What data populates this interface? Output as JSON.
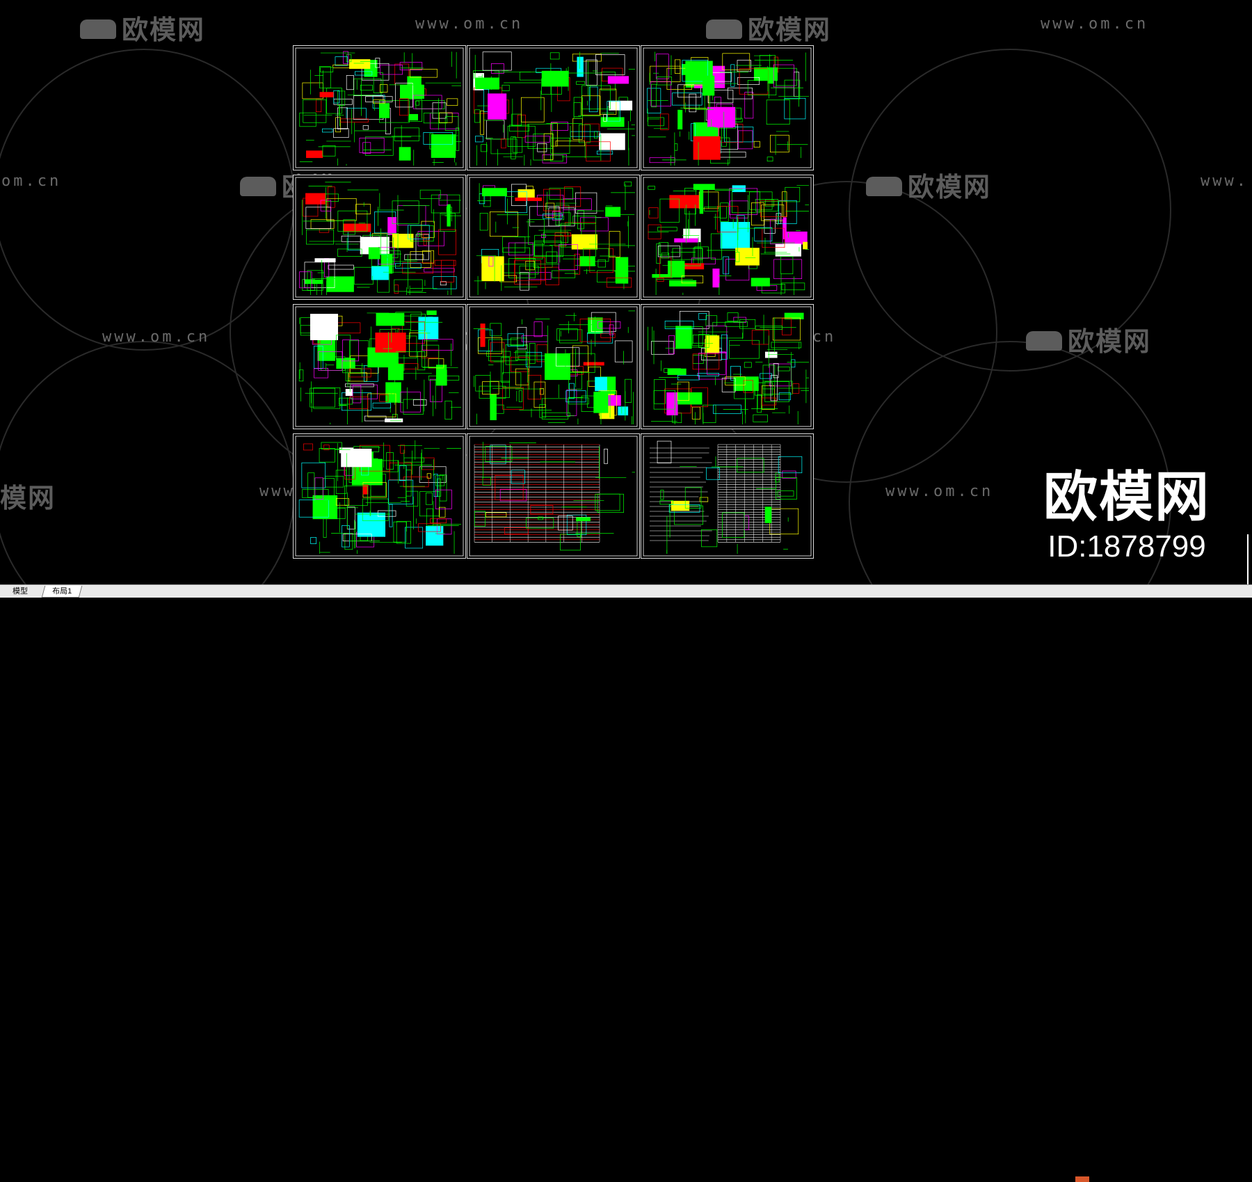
{
  "watermarks": {
    "brand": "欧模网",
    "url": "www.om.cn",
    "url_partial": "om.cn",
    "url_partial_right": "www."
  },
  "stamp": {
    "logo": "欧模网",
    "id": "ID:1878799"
  },
  "tabs": {
    "model": "模型",
    "layout": "布局1"
  },
  "colors": {
    "background": "#000000",
    "green": "#00ff00",
    "red": "#ff0000",
    "yellow": "#ffff00",
    "white": "#ffffff",
    "magenta": "#ff00ff",
    "cyan": "#00ffff"
  },
  "sheets_grid": {
    "rows": 4,
    "cols": 3
  }
}
